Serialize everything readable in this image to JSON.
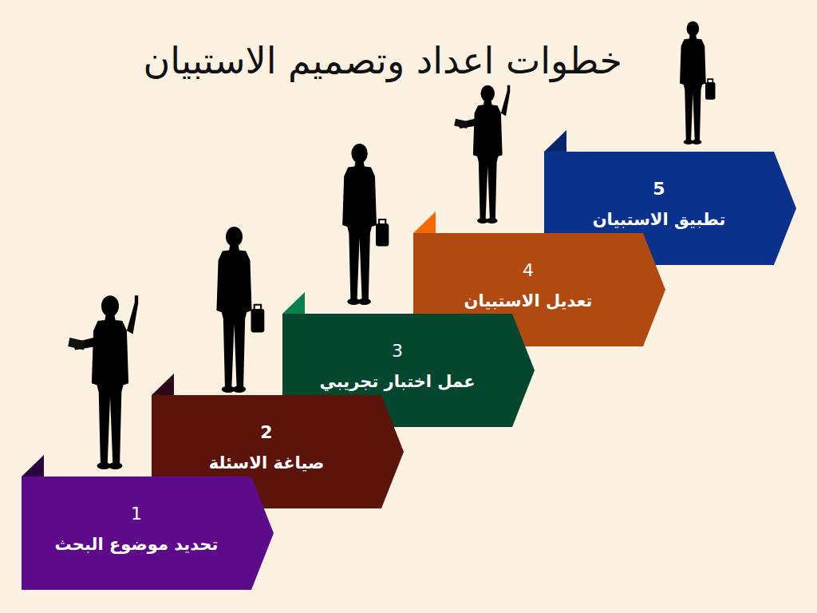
{
  "diagram": {
    "title": "خطوات اعداد وتصميم الاستبيان",
    "nodes": [
      {
        "text": [
          "1",
          "تحديد موضوع البحث"
        ]
      },
      {
        "text": [
          "2",
          "صياغة الاسئلة"
        ]
      },
      {
        "text": [
          "3",
          "عمل اختبار تجريبي"
        ]
      },
      {
        "text": [
          "4",
          "تعديل الاستبيان"
        ]
      },
      {
        "text": [
          "5",
          "تطبيق الاستبيان"
        ]
      }
    ]
  }
}
